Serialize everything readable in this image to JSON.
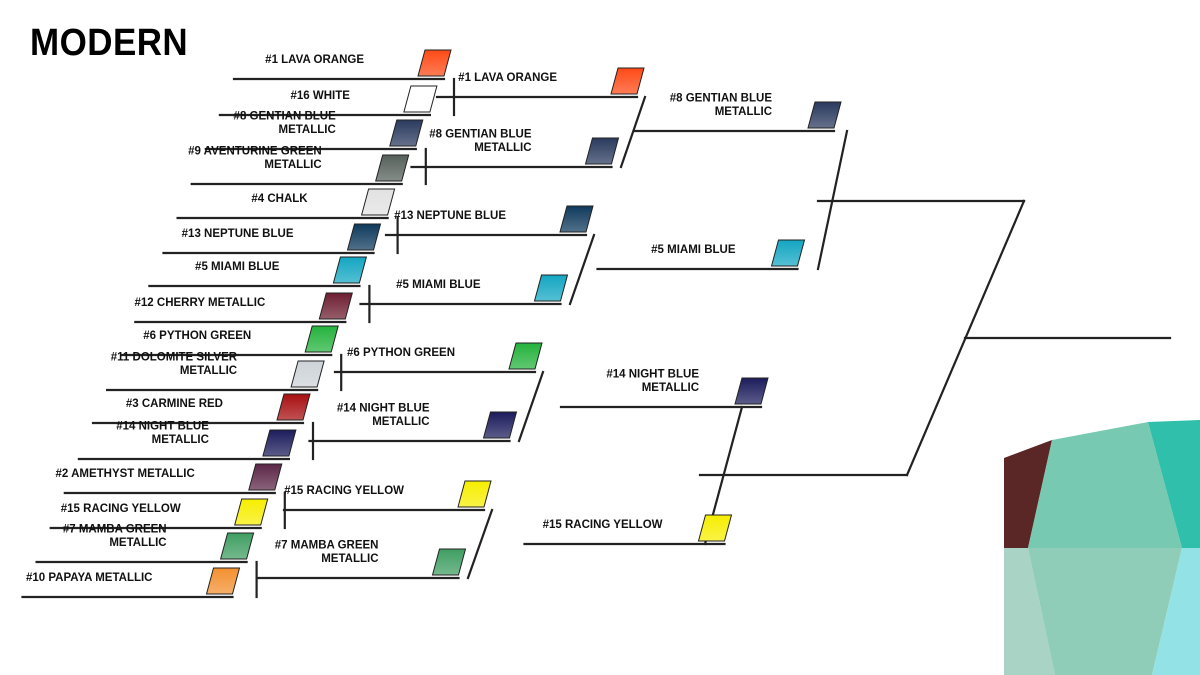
{
  "title": "MODERN",
  "rounds": {
    "round1": [
      {
        "label": [
          "#1 LAVA ORANGE"
        ],
        "color": "#ff4a16"
      },
      {
        "label": [
          "#16 WHITE"
        ],
        "color": "#ffffff"
      },
      {
        "label": [
          "#8 GENTIAN BLUE",
          "METALLIC"
        ],
        "color": "#2a3a5e"
      },
      {
        "label": [
          "#9 AVENTURINE GREEN",
          "METALLIC"
        ],
        "color": "#56605a"
      },
      {
        "label": [
          "#4 CHALK"
        ],
        "color": "#e2e2e2"
      },
      {
        "label": [
          "#13 NEPTUNE BLUE"
        ],
        "color": "#0f3a5c"
      },
      {
        "label": [
          "#5 MIAMI BLUE"
        ],
        "color": "#13a6c2"
      },
      {
        "label": [
          "#12 CHERRY METALLIC"
        ],
        "color": "#6e1f32"
      },
      {
        "label": [
          "#6 PYTHON GREEN"
        ],
        "color": "#24b23c"
      },
      {
        "label": [
          "#11 DOLOMITE SILVER",
          "METALLIC"
        ],
        "color": "#cdd3d8"
      },
      {
        "label": [
          "#3 CARMINE RED"
        ],
        "color": "#a80f10"
      },
      {
        "label": [
          "#14 NIGHT BLUE",
          "METALLIC"
        ],
        "color": "#1c1c5c"
      },
      {
        "label": [
          "#2 AMETHYST METALLIC"
        ],
        "color": "#5c2748"
      },
      {
        "label": [
          "#15 RACING YELLOW"
        ],
        "color": "#f6ee00"
      },
      {
        "label": [
          "#7 MAMBA GREEN",
          "METALLIC"
        ],
        "color": "#3f9e62"
      },
      {
        "label": [
          "#10 PAPAYA METALLIC"
        ],
        "color": "#f39030"
      }
    ],
    "round2": [
      {
        "label": [
          "#1 LAVA ORANGE"
        ],
        "color": "#ff4a16"
      },
      {
        "label": [
          "#8 GENTIAN BLUE",
          "METALLIC"
        ],
        "color": "#2a3a5e"
      },
      {
        "label": [
          "#13 NEPTUNE BLUE"
        ],
        "color": "#0f3a5c"
      },
      {
        "label": [
          "#5 MIAMI BLUE"
        ],
        "color": "#13a6c2"
      },
      {
        "label": [
          "#6 PYTHON GREEN"
        ],
        "color": "#24b23c"
      },
      {
        "label": [
          "#14 NIGHT BLUE",
          "METALLIC"
        ],
        "color": "#1c1c5c"
      },
      {
        "label": [
          "#15 RACING YELLOW"
        ],
        "color": "#f6ee00"
      },
      {
        "label": [
          "#7 MAMBA GREEN",
          "METALLIC"
        ],
        "color": "#3f9e62"
      }
    ],
    "round3": [
      {
        "label": [
          "#8 GENTIAN BLUE",
          "METALLIC"
        ],
        "color": "#2a3a5e"
      },
      {
        "label": [
          "#5 MIAMI BLUE"
        ],
        "color": "#13a6c2"
      },
      {
        "label": [
          "#14 NIGHT BLUE",
          "METALLIC"
        ],
        "color": "#1c1c5c"
      },
      {
        "label": [
          "#15 RACING YELLOW"
        ],
        "color": "#f6ee00"
      }
    ]
  }
}
